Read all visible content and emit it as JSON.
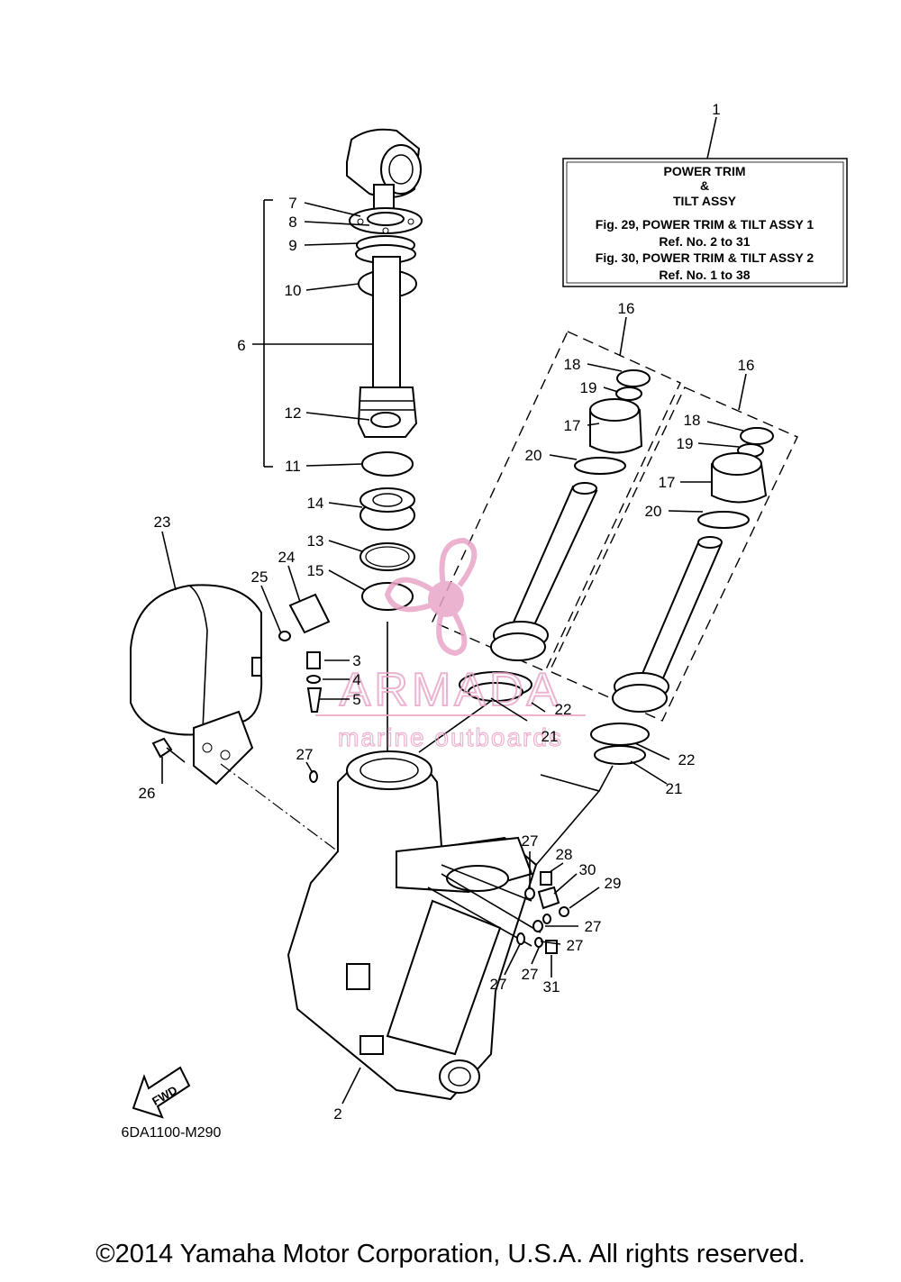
{
  "info_box": {
    "line1": "POWER TRIM",
    "line2": "&",
    "line3": "TILT ASSY",
    "line4": "Fig. 29, POWER TRIM & TILT ASSY 1",
    "line5": "Ref. No. 2 to 31",
    "line6": "Fig. 30, POWER TRIM & TILT ASSY 2",
    "line7": "Ref. No. 1 to 38"
  },
  "callouts": {
    "c1": "1",
    "c2": "2",
    "c3": "3",
    "c4": "4",
    "c5": "5",
    "c6": "6",
    "c7": "7",
    "c8": "8",
    "c9": "9",
    "c10": "10",
    "c11": "11",
    "c12": "12",
    "c13": "13",
    "c14": "14",
    "c15": "15",
    "c16a": "16",
    "c16b": "16",
    "c17a": "17",
    "c17b": "17",
    "c18a": "18",
    "c18b": "18",
    "c19a": "19",
    "c19b": "19",
    "c20a": "20",
    "c20b": "20",
    "c21a": "21",
    "c21b": "21",
    "c22a": "22",
    "c22b": "22",
    "c23": "23",
    "c24": "24",
    "c25": "25",
    "c26": "26",
    "c27a": "27",
    "c27b": "27",
    "c27c": "27",
    "c27d": "27",
    "c27e": "27",
    "c27f": "27",
    "c28": "28",
    "c29": "29",
    "c30": "30",
    "c31": "31"
  },
  "fwd_label": "FWD",
  "diagram_code": "6DA1100-M290",
  "watermark": {
    "brand": "ARMADA",
    "tagline": "marine outboards",
    "color": "#e8a6c8"
  },
  "copyright": "©2014 Yamaha Motor Corporation, U.S.A. All rights reserved."
}
